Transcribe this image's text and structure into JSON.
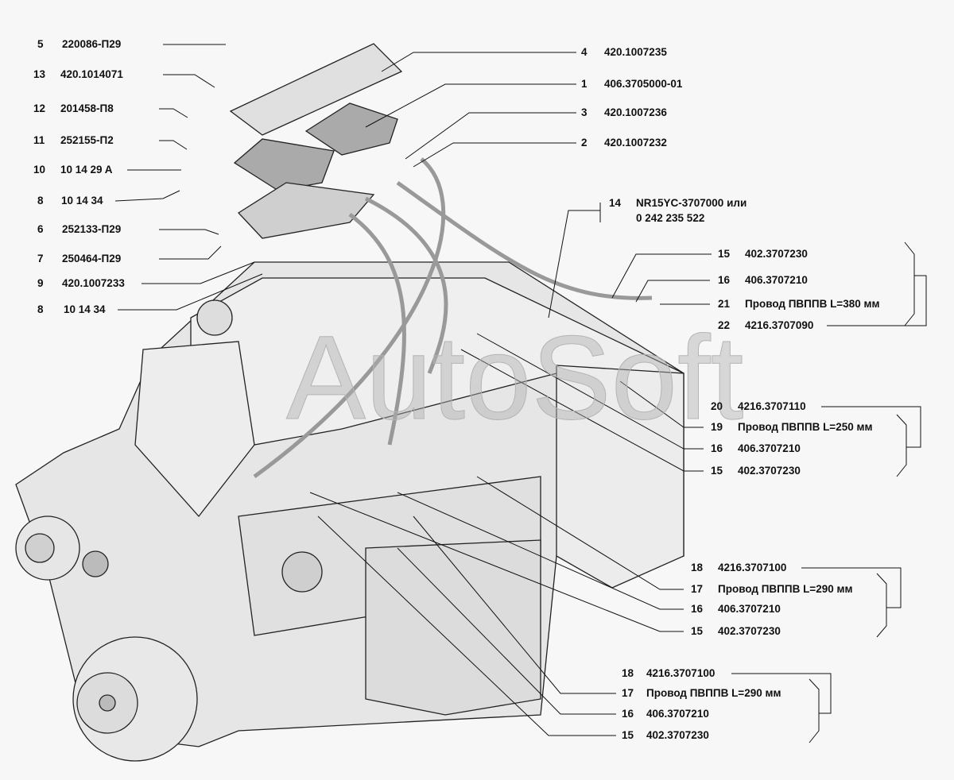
{
  "watermark": "AutoSoft",
  "callouts_left": [
    {
      "num": "5",
      "code": "220086-П29"
    },
    {
      "num": "13",
      "code": "420.1014071"
    },
    {
      "num": "12",
      "code": "201458-П8"
    },
    {
      "num": "11",
      "code": "252155-П2"
    },
    {
      "num": "10",
      "code": "10 14 29 A"
    },
    {
      "num": "8",
      "code": "10 14 34"
    },
    {
      "num": "6",
      "code": "252133-П29"
    },
    {
      "num": "7",
      "code": "250464-П29"
    },
    {
      "num": "9",
      "code": "420.1007233"
    },
    {
      "num": "8",
      "code": "10 14 34"
    }
  ],
  "callouts_top_right": [
    {
      "num": "4",
      "code": "420.1007235"
    },
    {
      "num": "1",
      "code": "406.3705000-01"
    },
    {
      "num": "3",
      "code": "420.1007236"
    },
    {
      "num": "2",
      "code": "420.1007232"
    }
  ],
  "callout_spark_plug": {
    "num": "14",
    "code": "NR15YC-3707000 или",
    "code2": "0 242 235 522"
  },
  "group_a": [
    {
      "num": "15",
      "code": "402.3707230"
    },
    {
      "num": "16",
      "code": "406.3707210"
    },
    {
      "num": "21",
      "code": "Провод ПВППВ L=380 мм"
    },
    {
      "num": "22",
      "code": "4216.3707090"
    }
  ],
  "group_b": [
    {
      "num": "20",
      "code": "4216.3707110"
    },
    {
      "num": "19",
      "code": "Провод ПВППВ L=250 мм"
    },
    {
      "num": "16",
      "code": "406.3707210"
    },
    {
      "num": "15",
      "code": "402.3707230"
    }
  ],
  "group_c": [
    {
      "num": "18",
      "code": "4216.3707100"
    },
    {
      "num": "17",
      "code": "Провод ПВППВ L=290 мм"
    },
    {
      "num": "16",
      "code": "406.3707210"
    },
    {
      "num": "15",
      "code": "402.3707230"
    }
  ],
  "group_d": [
    {
      "num": "18",
      "code": "4216.3707100"
    },
    {
      "num": "17",
      "code": "Провод ПВППВ L=290 мм"
    },
    {
      "num": "16",
      "code": "406.3707210"
    },
    {
      "num": "15",
      "code": "402.3707230"
    }
  ]
}
